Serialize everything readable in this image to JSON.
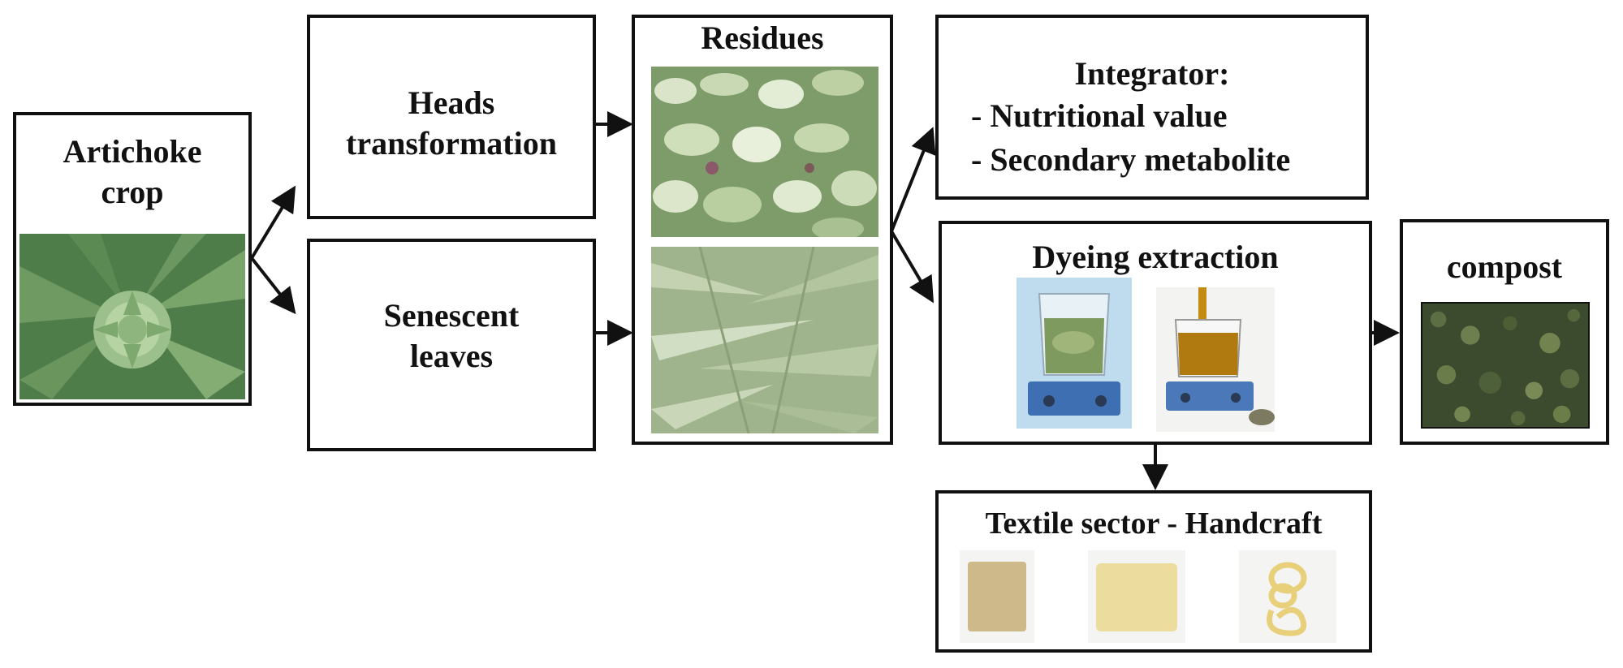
{
  "nodes": {
    "crop": {
      "label_line1": "Artichoke",
      "label_line2": "crop",
      "image_icon": "artichoke-plant-photo"
    },
    "heads": {
      "label_line1": "Heads",
      "label_line2": "transformation"
    },
    "leaves": {
      "label_line1": "Senescent",
      "label_line2": "leaves"
    },
    "residues": {
      "label": "Residues",
      "image_top_icon": "artichoke-bracts-residue-photo",
      "image_bottom_icon": "dry-leaves-residue-photo"
    },
    "integrator": {
      "label": "Integrator:",
      "items": [
        "- Nutritional value",
        "- Secondary metabolite"
      ]
    },
    "dyeing": {
      "label": "Dyeing extraction",
      "image_left_icon": "beaker-on-stirrer-photo",
      "image_right_icon": "pouring-extract-photo"
    },
    "compost": {
      "label": "compost",
      "image_icon": "compost-photo"
    },
    "textile": {
      "label": "Textile sector - Handcraft",
      "image_icons": [
        "dyed-fabric-square-photo",
        "dyed-fabric-swatch-photo",
        "dyed-yarn-skein-photo"
      ]
    }
  },
  "colors": {
    "border": "#111111",
    "leaf_green": "#5f8f5a",
    "extract_amber": "#b07a10",
    "stirrer_blue": "#4a78b8",
    "dyed_fabric": "#e8d79a"
  }
}
